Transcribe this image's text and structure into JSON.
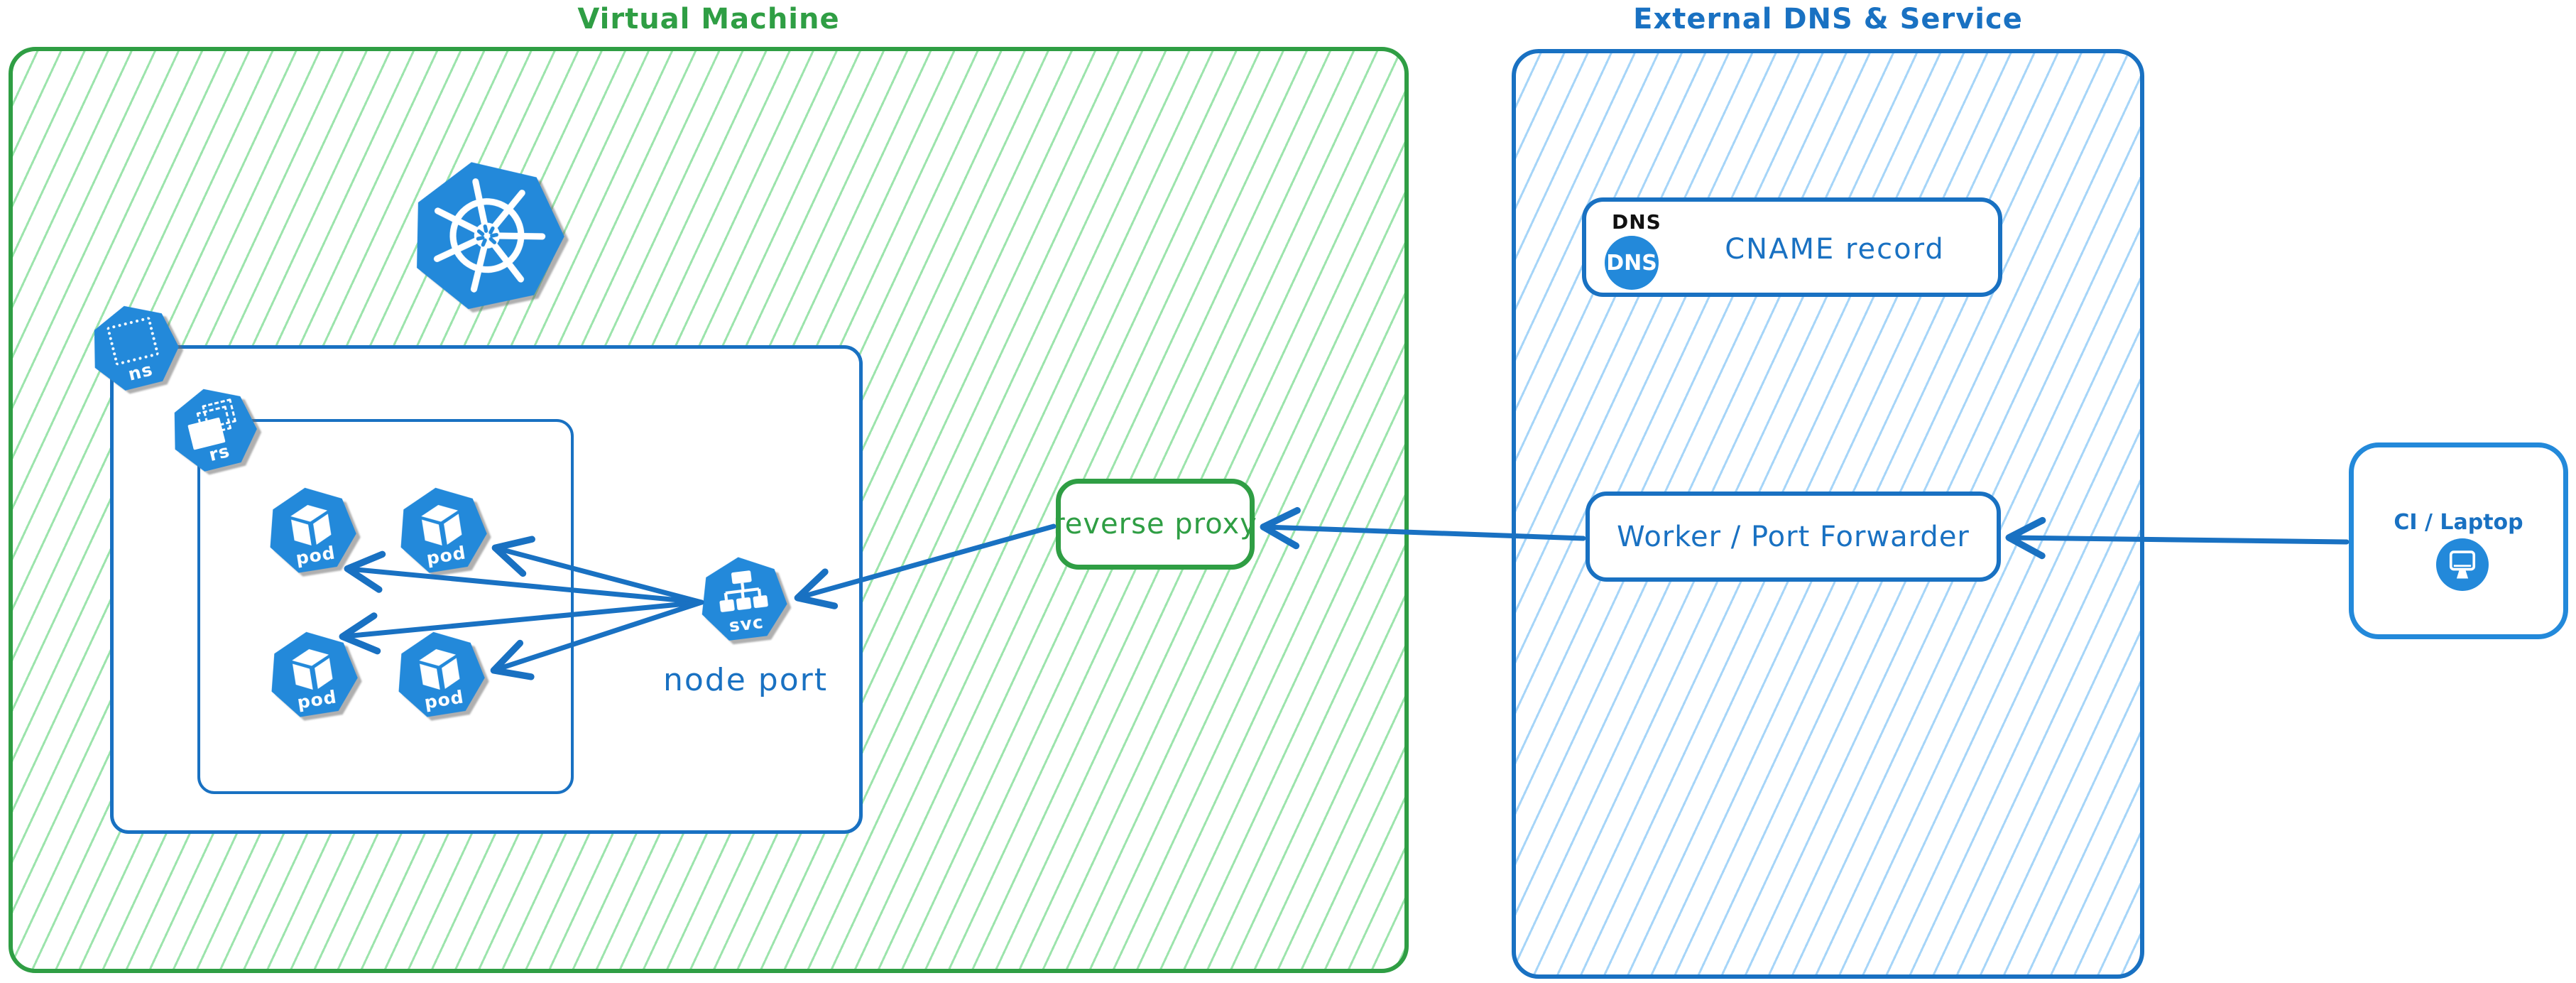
{
  "vm": {
    "title": "Virtual Machine",
    "namespace_label": "ns",
    "replicaset_label": "rs",
    "service_label": "svc",
    "node_port_label": "node port",
    "reverse_proxy_label": "reverse proxy",
    "pods": [
      {
        "label": "pod"
      },
      {
        "label": "pod"
      },
      {
        "label": "pod"
      },
      {
        "label": "pod"
      }
    ]
  },
  "external": {
    "title": "External DNS & Service",
    "dns_frame_label": "DNS",
    "dns_badge_label": "DNS",
    "cname_label": "CNAME record",
    "worker_label": "Worker / Port Forwarder"
  },
  "client": {
    "label": "CI / Laptop"
  },
  "icons": {
    "kubernetes": "kubernetes-wheel",
    "namespace": "dotted-square",
    "replicaset": "stacked-rectangles",
    "pod": "cube",
    "service": "service-tree",
    "dns": "dns-circle-badge",
    "client": "monitor-circle-badge"
  },
  "colors": {
    "green_stroke": "#2f9e44",
    "green_hatch": "#9ce4ac",
    "blue_stroke": "#1971c2",
    "blue_hatch": "#a6d5f8",
    "icon_blue": "#2389da",
    "frame_label_black": "#111111",
    "background": "#ffffff"
  }
}
